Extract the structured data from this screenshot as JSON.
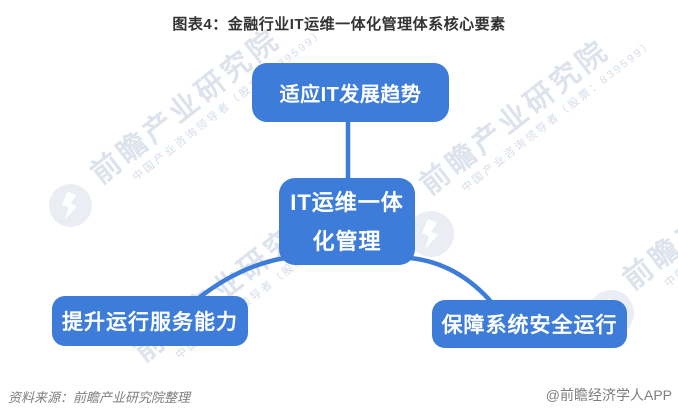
{
  "title": "图表4：金融行业IT运维一体化管理体系核心要素",
  "diagram": {
    "center_label": "IT运维一体化管理",
    "center_line1": "IT运维一体",
    "center_line2": "化管理",
    "top": "适应IT发展趋势",
    "bottom_left": "提升运行服务能力",
    "bottom_right": "保障系统安全运行",
    "box_color": "#3D7CD9",
    "box_text_color": "#FFFFFF"
  },
  "watermark": {
    "brand": "前瞻产业研究院",
    "tagline": "中国产业咨询领导者（股票：839599）"
  },
  "footer": {
    "source": "资料来源：前瞻产业研究院整理",
    "credit": "@前瞻经济学人APP"
  }
}
